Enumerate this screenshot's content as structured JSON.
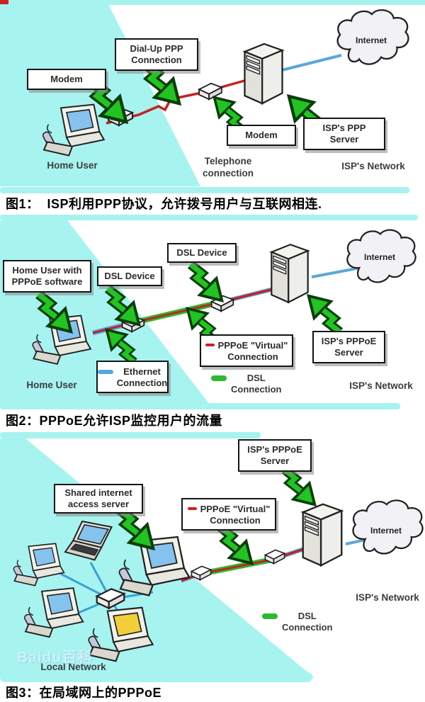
{
  "colors": {
    "background_cyan": "#a7f3f0",
    "arrow_green": "#22c422",
    "ppp_red": "#cc2222",
    "ethernet_blue": "#55a8e0",
    "dsl_green": "#2db82d",
    "internet_link_blue": "#5aa8d8",
    "lan_blue": "#3aa0d8"
  },
  "watermark": {
    "text": "Baidu百科"
  },
  "figure1": {
    "caption": "图1：  ISP利用PPP协议，允许拨号用户与互联网相连.",
    "boxes": {
      "modem_left": "Modem",
      "dialup": "Dial-Up PPP\nConnection",
      "modem_right": "Modem",
      "isp_server": "ISP's PPP\nServer"
    },
    "texts": {
      "home_user": "Home User",
      "telephone": "Telephone\nconnection",
      "isp_network": "ISP's Network",
      "internet": "Internet"
    }
  },
  "figure2": {
    "caption": "图2：PPPoE允许ISP监控用户的流量",
    "boxes": {
      "home_user_sw": "Home User with\nPPPoE software",
      "dsl_left": "DSL Device",
      "dsl_right": "DSL Device",
      "pppoe_virtual": "PPPoE \"Virtual\"\nConnection",
      "ethernet": "Ethernet\nConnection",
      "isp_server": "ISP's PPPoE\nServer"
    },
    "legend": {
      "dsl": "DSL\nConnection"
    },
    "texts": {
      "home_user": "Home User",
      "isp_network": "ISP's Network",
      "internet": "Internet"
    }
  },
  "figure3": {
    "caption": "图3：在局域网上的PPPoE",
    "boxes": {
      "isp_server": "ISP's PPPoE\nServer",
      "shared_server": "Shared internet\naccess server",
      "pppoe_virtual": "PPPoE \"Virtual\"\nConnection"
    },
    "legend": {
      "dsl": "DSL\nConnection"
    },
    "texts": {
      "local_network": "Local Network",
      "isp_network": "ISP's Network",
      "internet": "Internet"
    }
  }
}
